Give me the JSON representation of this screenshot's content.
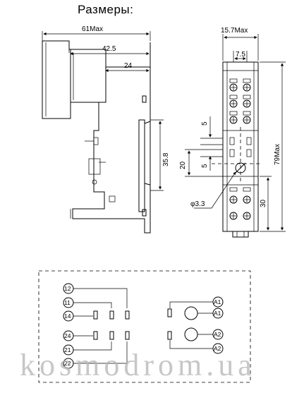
{
  "title": "Размеры:",
  "dimensions": {
    "side_width": "61Max",
    "side_mid": "42.5",
    "side_small": "24",
    "height_358": "35.8",
    "front_width": "15.7Max",
    "front_pitch": "7.5",
    "d5a": "5",
    "d5b": "5",
    "d20": "20",
    "hole": "φ3.3",
    "d30": "30",
    "front_height": "79Max"
  },
  "terminals": {
    "left": [
      "12",
      "11",
      "14",
      "24",
      "21",
      "22"
    ],
    "right": [
      "A1",
      "A1",
      "A2",
      "A2"
    ]
  },
  "watermark": "kosmodrom.ua"
}
